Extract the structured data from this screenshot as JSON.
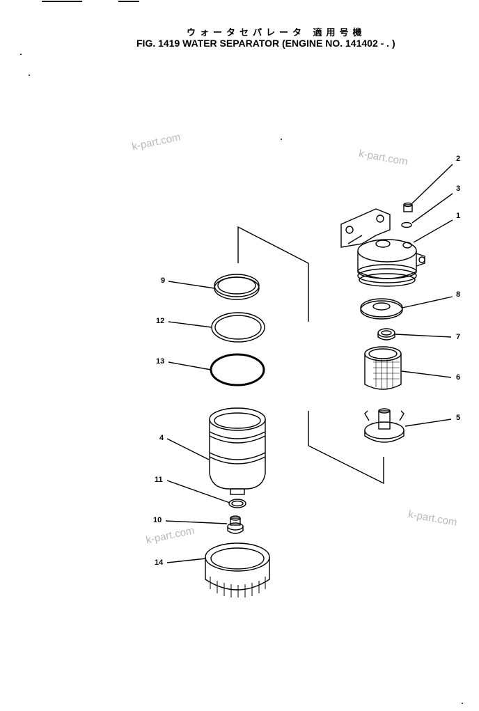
{
  "title_jp": "ウォータセパレータ 適用号機",
  "title_en": "FIG. 1419  WATER SEPARATOR (ENGINE NO. 141402 -      .    )",
  "watermark": "k-part.com",
  "callouts": {
    "c1": "1",
    "c2": "2",
    "c3": "3",
    "c4": "4",
    "c5": "5",
    "c6": "6",
    "c7": "7",
    "c8": "8",
    "c9": "9",
    "c10": "10",
    "c11": "11",
    "c12": "12",
    "c13": "13",
    "c14": "14"
  }
}
